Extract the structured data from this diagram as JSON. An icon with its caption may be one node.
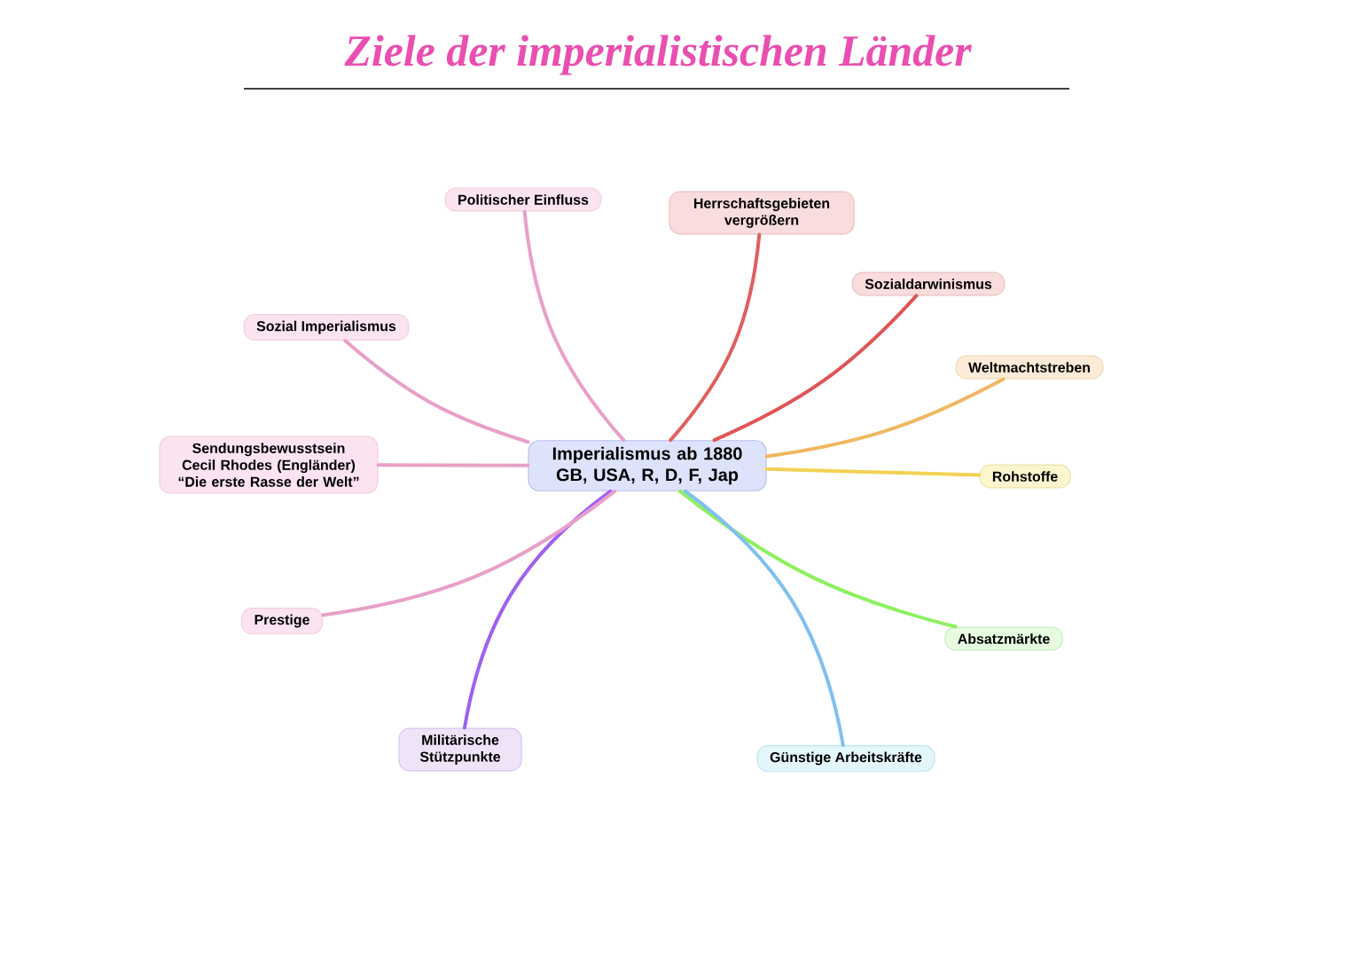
{
  "diagram": {
    "title": "Ziele der imperialistischen Länder",
    "nodes": [
      {
        "text": [
          "Imperialismus ab 1880 GB, USA, R, D, F, Jap"
        ]
      },
      {
        "text": [
          "Politischer Einfluss"
        ]
      },
      {
        "text": [
          "Herrschaftsgebieten vergrößern"
        ]
      },
      {
        "text": [
          "Sozialdarwinismus"
        ]
      },
      {
        "text": [
          "Weltmachtstreben"
        ]
      },
      {
        "text": [
          "Rohstoffe"
        ]
      },
      {
        "text": [
          "Absatzmärkte"
        ]
      },
      {
        "text": [
          "Günstige Arbeitskräfte"
        ]
      },
      {
        "text": [
          "Militärische Stützpunkte"
        ]
      },
      {
        "text": [
          "Prestige"
        ]
      },
      {
        "text": [
          "Sendungsbewusstsein Cecil Rhodes (Engländer) “Die erste Rasse der Welt”"
        ]
      },
      {
        "text": [
          "Sozial Imperialismus"
        ]
      }
    ],
    "edges": [
      {
        "from": 0,
        "to": 1,
        "arrow": "none"
      },
      {
        "from": 0,
        "to": 2,
        "arrow": "none",
        "color": "#e06060"
      },
      {
        "from": 0,
        "to": 3,
        "arrow": "none",
        "color": "#e05555"
      },
      {
        "from": 0,
        "to": 4,
        "arrow": "none",
        "color": "#f0b860"
      },
      {
        "from": 0,
        "to": 5,
        "arrow": "none",
        "color": "#f2d255"
      },
      {
        "from": 0,
        "to": 6,
        "arrow": "none",
        "color": "#8ef060"
      },
      {
        "from": 0,
        "to": 7,
        "arrow": "none",
        "color": "#80c0f0"
      },
      {
        "from": 0,
        "to": 8,
        "arrow": "none",
        "color": "#a060f0"
      },
      {
        "from": 0,
        "to": 9,
        "arrow": "none"
      },
      {
        "from": 0,
        "to": 10,
        "arrow": "none"
      },
      {
        "from": 0,
        "to": 11,
        "arrow": "none"
      }
    ]
  }
}
